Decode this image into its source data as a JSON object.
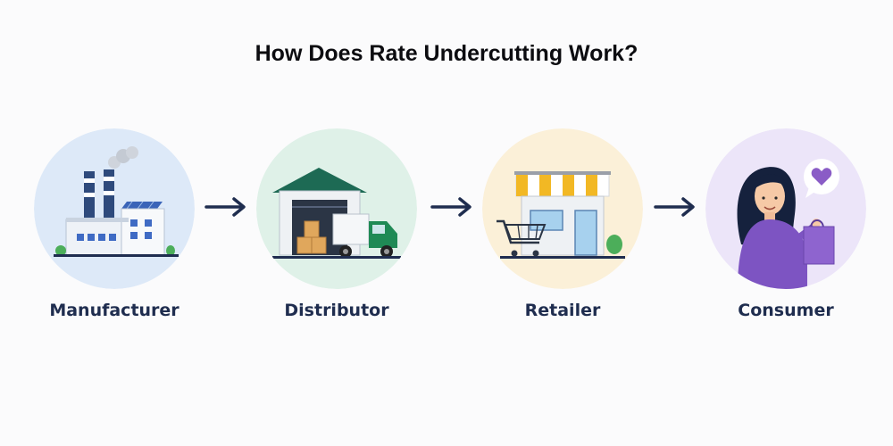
{
  "title": "How Does Rate Undercutting Work?",
  "stages": [
    {
      "label": "Manufacturer",
      "icon": "factory-icon",
      "bg": "#dde9f8"
    },
    {
      "label": "Distributor",
      "icon": "warehouse-truck-icon",
      "bg": "#dff1e8"
    },
    {
      "label": "Retailer",
      "icon": "storefront-icon",
      "bg": "#fbf0d8"
    },
    {
      "label": "Consumer",
      "icon": "shopper-icon",
      "bg": "#ece5f9"
    }
  ],
  "colors": {
    "label": "#1f2d4f",
    "arrow": "#1f2d4f",
    "title": "#0c0c10"
  }
}
